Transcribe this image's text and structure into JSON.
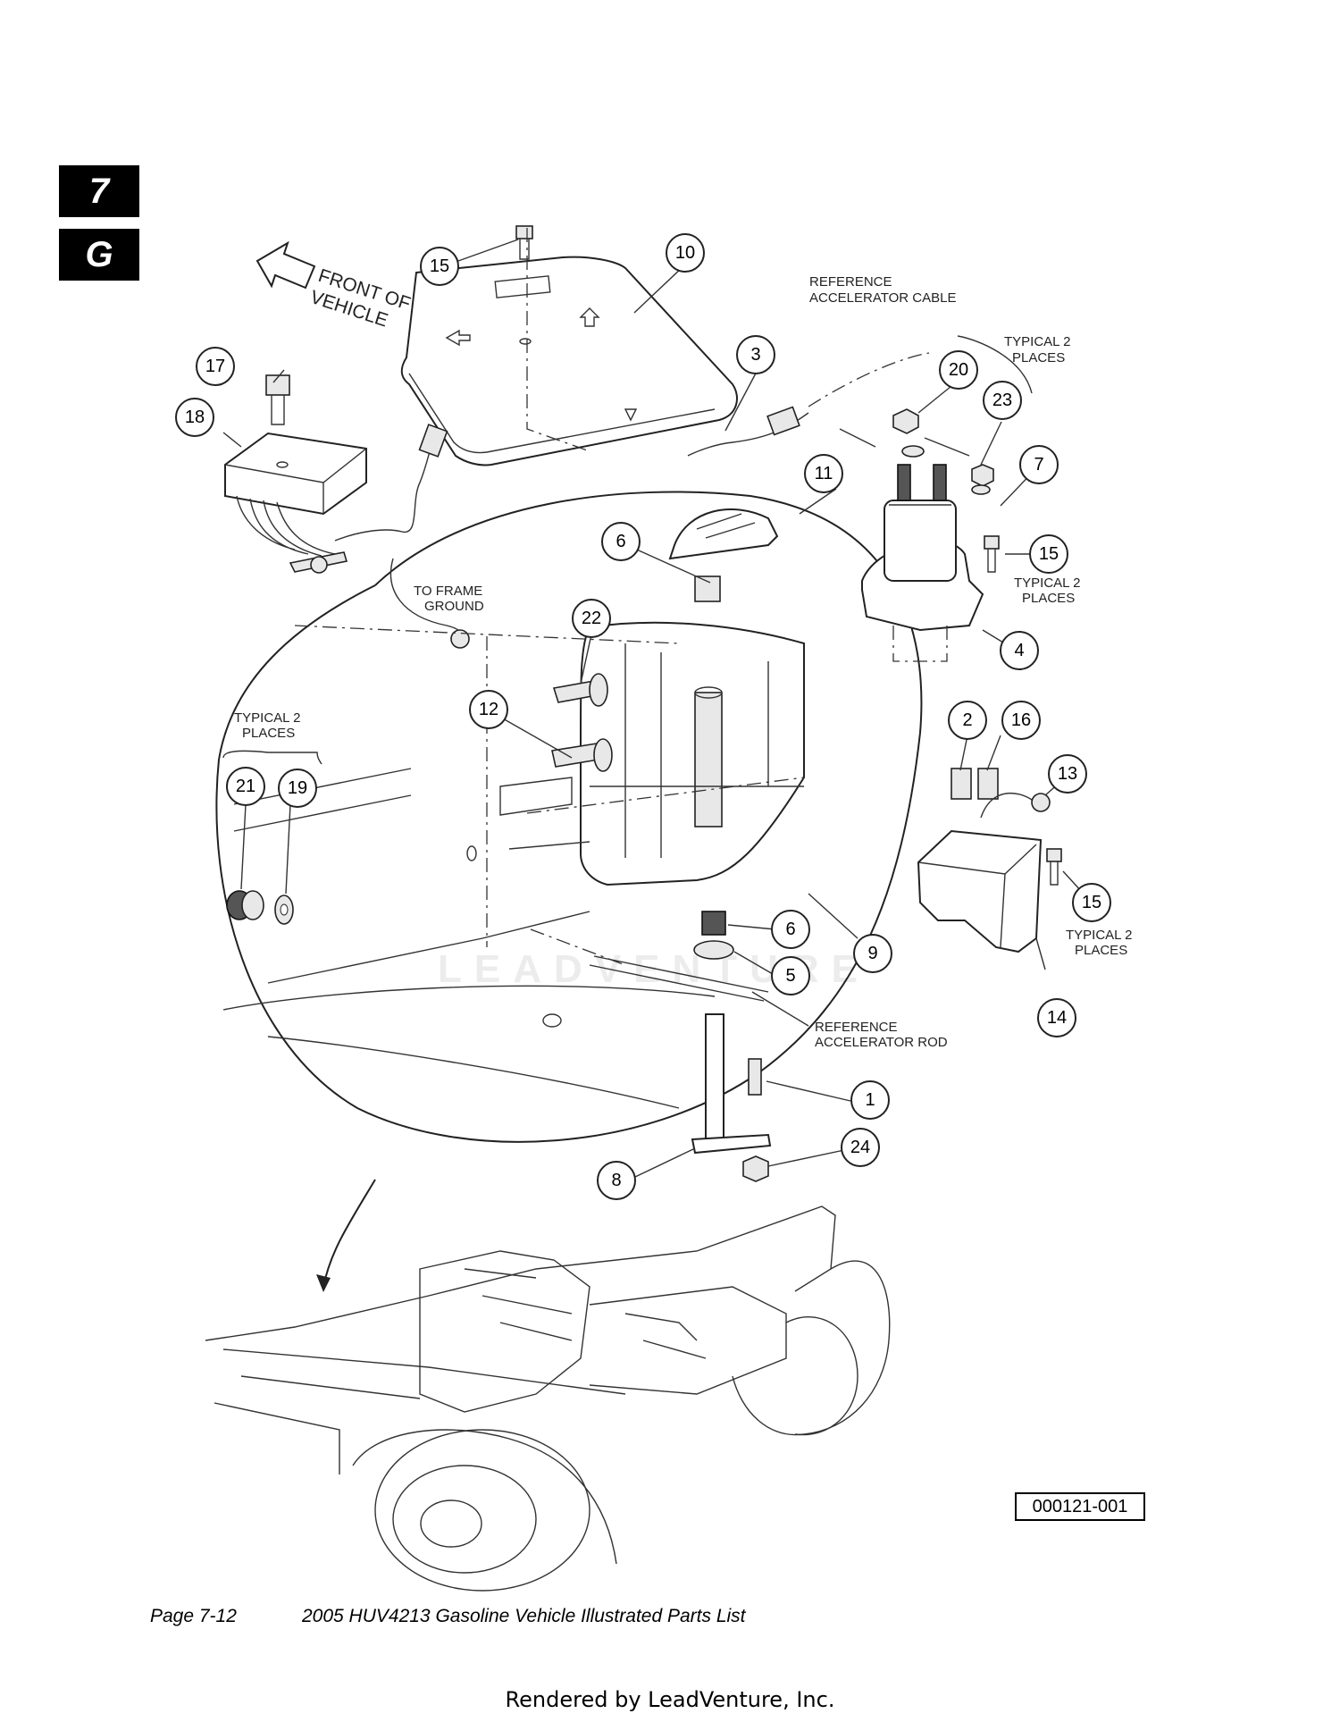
{
  "section_tabs": [
    "7",
    "G"
  ],
  "front_of_vehicle": [
    "FRONT OF",
    "VEHICLE"
  ],
  "labels": {
    "reference_cable": [
      "REFERENCE",
      "ACCELERATOR CABLE"
    ],
    "typical_2_places_top": [
      "TYPICAL 2",
      "PLACES"
    ],
    "typical_2_places_mid": [
      "TYPICAL 2",
      "PLACES"
    ],
    "typical_2_places_left": [
      "TYPICAL 2",
      "PLACES"
    ],
    "typical_2_places_bottom": [
      "TYPICAL 2",
      "PLACES"
    ],
    "to_frame_ground": [
      "TO FRAME",
      "GROUND"
    ],
    "reference_rod": [
      "REFERENCE",
      "ACCELERATOR ROD"
    ]
  },
  "callouts": {
    "c15a": "15",
    "c10": "10",
    "c17": "17",
    "c18": "18",
    "c3": "3",
    "c20": "20",
    "c23": "23",
    "c7": "7",
    "c11": "11",
    "c6a": "6",
    "c15b": "15",
    "c4": "4",
    "c22": "22",
    "c12": "12",
    "c2": "2",
    "c16": "16",
    "c13": "13",
    "c21": "21",
    "c19": "19",
    "c15c": "15",
    "c6b": "6",
    "c9": "9",
    "c5": "5",
    "c14": "14",
    "c1": "1",
    "c24": "24",
    "c8": "8"
  },
  "watermark": "LEADVENTURE",
  "drawing_number": "000121-001",
  "footer": {
    "page": "Page 7-12",
    "title": "2005 HUV4213 Gasoline Vehicle Illustrated Parts List"
  },
  "rendered_by": "Rendered by LeadVenture, Inc."
}
